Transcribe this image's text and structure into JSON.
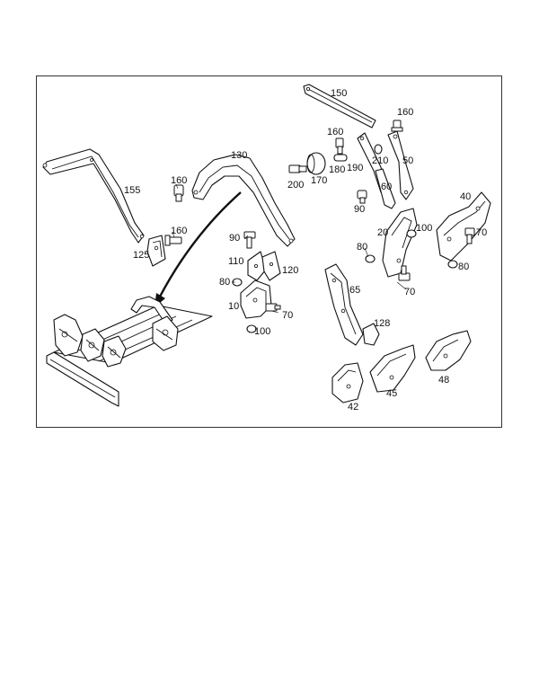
{
  "diagram": {
    "callouts": [
      {
        "id": "c150",
        "label": "150"
      },
      {
        "id": "c160a",
        "label": "160"
      },
      {
        "id": "c160b",
        "label": "160"
      },
      {
        "id": "c130",
        "label": "130"
      },
      {
        "id": "c210",
        "label": "210"
      },
      {
        "id": "c50",
        "label": "50"
      },
      {
        "id": "c180",
        "label": "180"
      },
      {
        "id": "c190",
        "label": "190"
      },
      {
        "id": "c155",
        "label": "155"
      },
      {
        "id": "c160c",
        "label": "160"
      },
      {
        "id": "c200",
        "label": "200"
      },
      {
        "id": "c170",
        "label": "170"
      },
      {
        "id": "c60",
        "label": "60"
      },
      {
        "id": "c40",
        "label": "40"
      },
      {
        "id": "c90a",
        "label": "90"
      },
      {
        "id": "c100a",
        "label": "100"
      },
      {
        "id": "c160d",
        "label": "160"
      },
      {
        "id": "c20",
        "label": "20"
      },
      {
        "id": "c70a",
        "label": "70"
      },
      {
        "id": "c90b",
        "label": "90"
      },
      {
        "id": "c125",
        "label": "125"
      },
      {
        "id": "c80a",
        "label": "80"
      },
      {
        "id": "c110",
        "label": "110"
      },
      {
        "id": "c120",
        "label": "120"
      },
      {
        "id": "c80b",
        "label": "80"
      },
      {
        "id": "c80c",
        "label": "80"
      },
      {
        "id": "c70b",
        "label": "70"
      },
      {
        "id": "c65",
        "label": "65"
      },
      {
        "id": "c10",
        "label": "10"
      },
      {
        "id": "c70c",
        "label": "70"
      },
      {
        "id": "c128",
        "label": "128"
      },
      {
        "id": "c100b",
        "label": "100"
      },
      {
        "id": "c48",
        "label": "48"
      },
      {
        "id": "c45",
        "label": "45"
      },
      {
        "id": "c42",
        "label": "42"
      }
    ]
  }
}
